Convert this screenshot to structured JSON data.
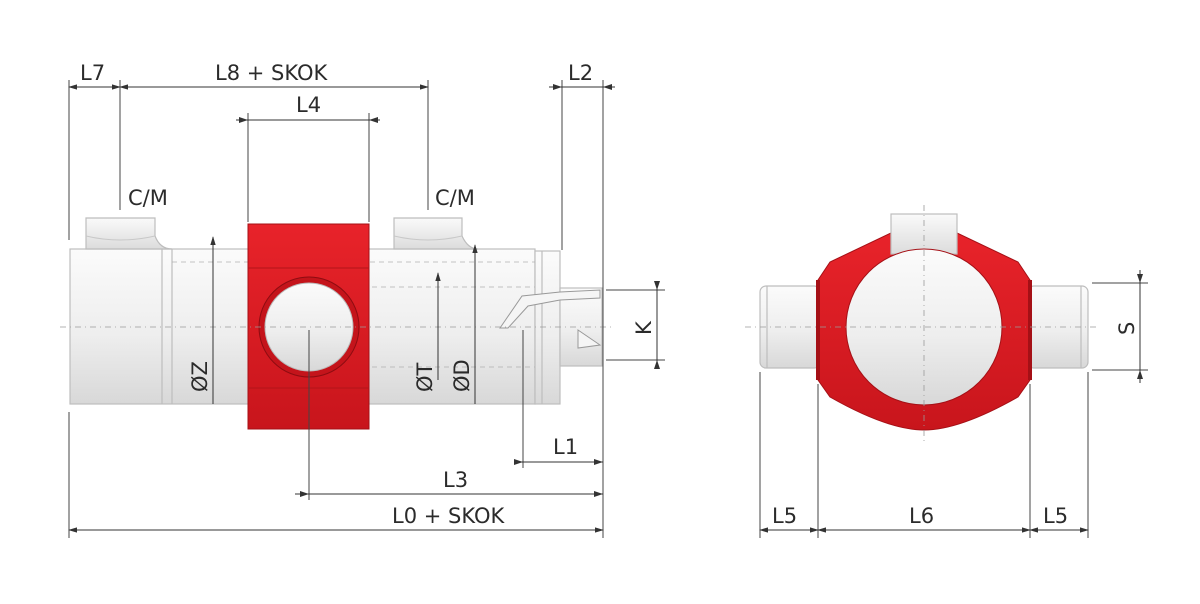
{
  "colors": {
    "accent": "#d71920",
    "body": "#f0f0f0",
    "dim_line": "#333333"
  },
  "labels": {
    "l7": "L7",
    "l8_skok": "L8 + SKOK",
    "l2": "L2",
    "l4": "L4",
    "cm_left": "C/M",
    "cm_right": "C/M",
    "dia_z": "ØZ",
    "dia_t": "ØT",
    "dia_d": "ØD",
    "k": "K",
    "l1": "L1",
    "l3": "L3",
    "l0_skok": "L0 + SKOK",
    "l5_left": "L5",
    "l6": "L6",
    "l5_right": "L5",
    "s": "S"
  }
}
